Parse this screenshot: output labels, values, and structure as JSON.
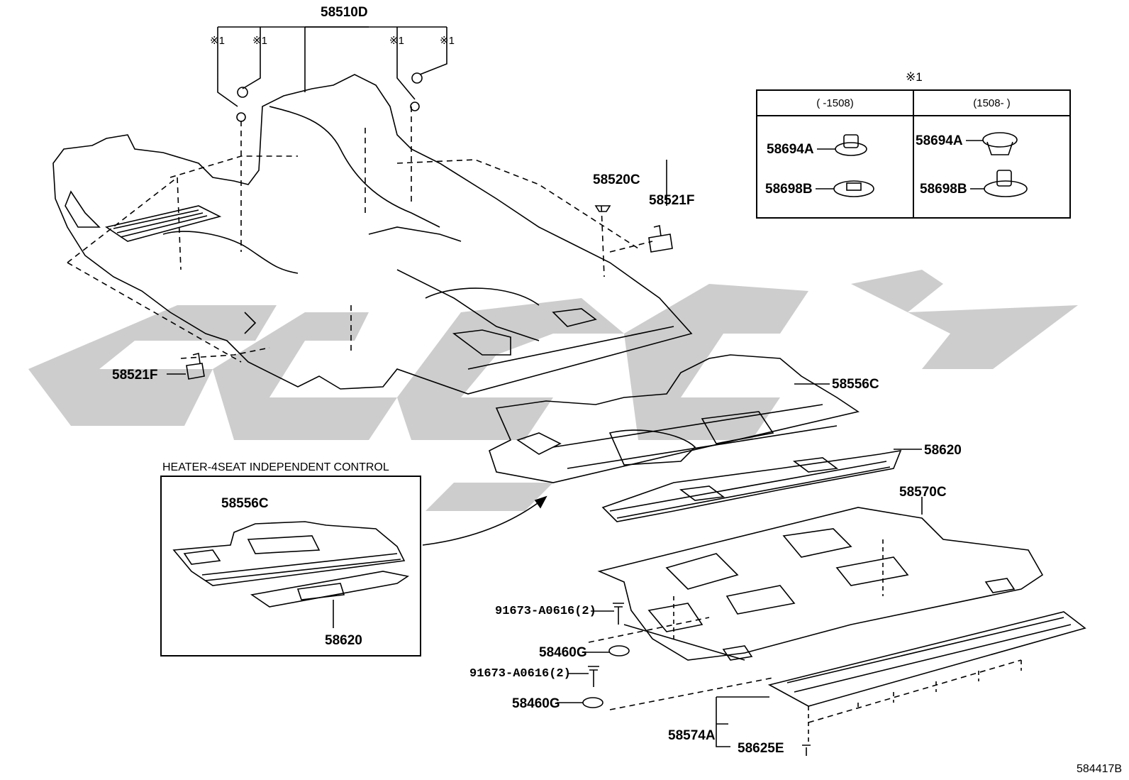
{
  "parts": {
    "p58510D": "58510D",
    "p58520C": "58520C",
    "p58521F_top": "58521F",
    "p58521F_left": "58521F",
    "p58556C": "58556C",
    "p58620": "58620",
    "p58570C": "58570C",
    "p91673_1": "91673-A0616(2)",
    "p58460G_1": "58460G",
    "p91673_2": "91673-A0616(2)",
    "p58460G_2": "58460G",
    "p58574A": "58574A",
    "p58625E": "58625E",
    "inset_58556C": "58556C",
    "inset_58620": "58620"
  },
  "note_marks": [
    "※1",
    "※1",
    "※1",
    "※1"
  ],
  "legend": {
    "title": "※1",
    "col_left": "(  -1508)",
    "col_right": "(1508-  )",
    "left_top": "58694A",
    "left_bottom": "58698B",
    "right_top": "58694A",
    "right_bottom": "58698B"
  },
  "inset": {
    "title": "HEATER-4SEAT INDEPENDENT CONTROL"
  },
  "diagram_code": "584417B",
  "colors": {
    "line": "#000000",
    "watermark": "#c8c8c8"
  }
}
